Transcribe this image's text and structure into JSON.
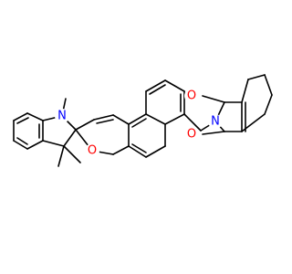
{
  "colors": {
    "background": "#ffffff",
    "bond": "#000000",
    "nitrogen": "#0000ff",
    "oxygen": "#ff0000"
  },
  "atoms": {
    "n_indoline": "N",
    "o_pyran": "O",
    "n_imide": "N",
    "o_carbonyl_top": "O",
    "o_carbonyl_bottom": "O"
  }
}
